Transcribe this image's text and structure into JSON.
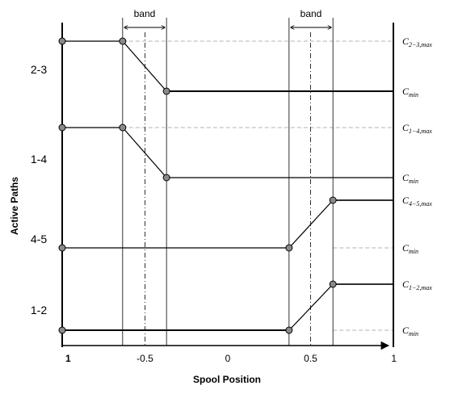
{
  "chart_data": {
    "type": "line",
    "xlabel": "Spool Position",
    "ylabel": "Active Paths",
    "x_ticks": [
      {
        "value": -1,
        "label": "1"
      },
      {
        "value": -0.5,
        "label": "-0.5"
      },
      {
        "value": 0,
        "label": "0"
      },
      {
        "value": 0.5,
        "label": "0.5"
      },
      {
        "value": 1,
        "label": "1"
      }
    ],
    "xlim": [
      -1,
      1
    ],
    "band_label": "band",
    "bands": [
      {
        "label": "band",
        "x_start": -0.635,
        "x_end": -0.37,
        "center": -0.5
      },
      {
        "label": "band",
        "x_start": 0.37,
        "x_end": 0.635,
        "center": 0.5
      }
    ],
    "series": [
      {
        "name": "2-3",
        "points": [
          [
            -1,
            "max"
          ],
          [
            -0.635,
            "max"
          ],
          [
            -0.37,
            "min"
          ],
          [
            1,
            "min"
          ]
        ],
        "max_label": {
          "base": "C",
          "sub": "2−3,max"
        },
        "min_label": {
          "base": "C",
          "sub": "min"
        }
      },
      {
        "name": "1-4",
        "points": [
          [
            -1,
            "max"
          ],
          [
            -0.635,
            "max"
          ],
          [
            -0.37,
            "min"
          ],
          [
            1,
            "min"
          ]
        ],
        "max_label": {
          "base": "C",
          "sub": "1−4,max"
        },
        "min_label": {
          "base": "C",
          "sub": "min"
        }
      },
      {
        "name": "4-5",
        "points": [
          [
            -1,
            "min"
          ],
          [
            0.37,
            "min"
          ],
          [
            0.635,
            "max"
          ],
          [
            1,
            "max"
          ]
        ],
        "max_label": {
          "base": "C",
          "sub": "4−5,max"
        },
        "min_label": {
          "base": "C",
          "sub": "min"
        }
      },
      {
        "name": "1-2",
        "points": [
          [
            -1,
            "min"
          ],
          [
            0.37,
            "min"
          ],
          [
            0.635,
            "max"
          ],
          [
            1,
            "max"
          ]
        ],
        "max_label": {
          "base": "C",
          "sub": "1−2,max"
        },
        "min_label": {
          "base": "C",
          "sub": "min"
        }
      }
    ]
  }
}
